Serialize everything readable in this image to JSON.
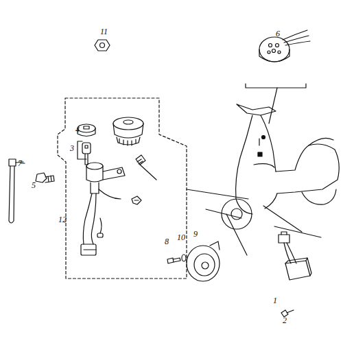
{
  "diagram": {
    "labels": [
      "11",
      "4",
      "3",
      "7",
      "5",
      "12",
      "6",
      "8",
      "10",
      "9",
      "1",
      "2"
    ]
  }
}
